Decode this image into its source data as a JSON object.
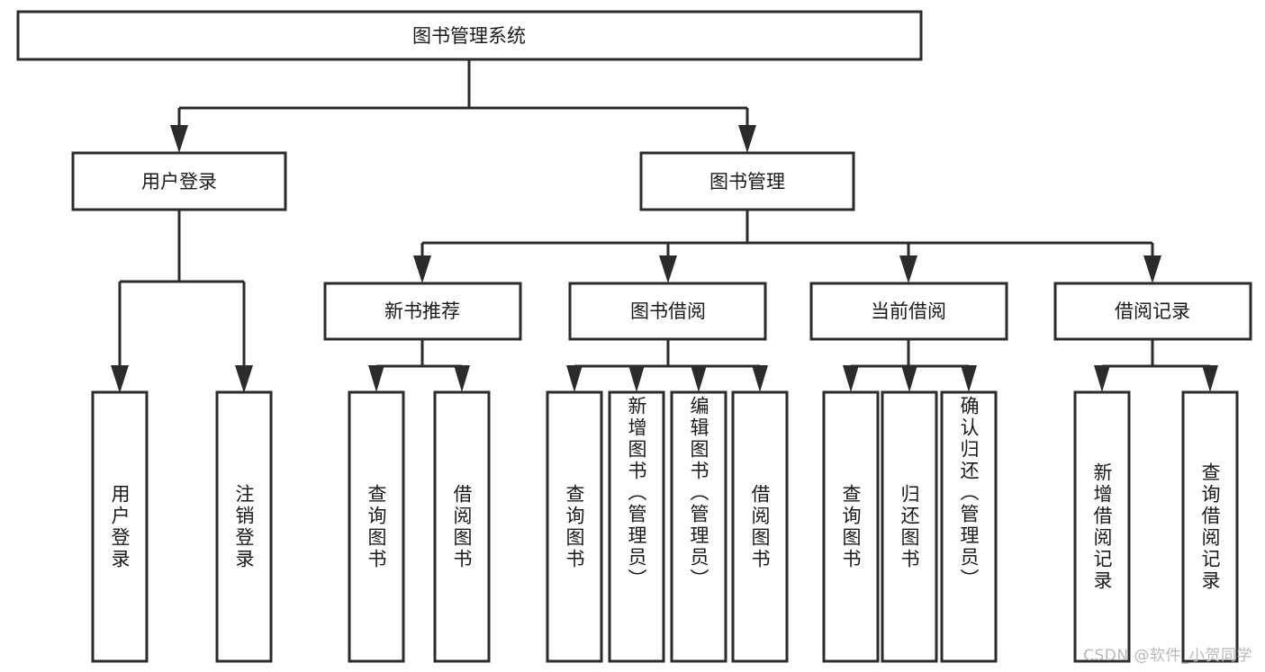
{
  "diagram": {
    "title": "图书管理系统",
    "type": "tree",
    "watermark": "CSDN @软件_小贺同学",
    "colors": {
      "box_stroke": "#2b2b2b",
      "box_fill": "#ffffff",
      "text": "#1a1a1a",
      "background": "#ffffff",
      "watermark": "#b9b9b9"
    },
    "root": {
      "label": "图书管理系统"
    },
    "level2": [
      {
        "label": "用户登录"
      },
      {
        "label": "图书管理"
      }
    ],
    "level3": [
      {
        "label": "新书推荐"
      },
      {
        "label": "图书借阅"
      },
      {
        "label": "当前借阅"
      },
      {
        "label": "借阅记录"
      }
    ],
    "leaves": {
      "user_login": [
        {
          "label": "用户登录"
        },
        {
          "label": "注销登录"
        }
      ],
      "new_book_recommend": [
        {
          "label": "查询图书"
        },
        {
          "label": "借阅图书"
        }
      ],
      "book_borrow": [
        {
          "label": "查询图书"
        },
        {
          "label": "新增图书（管理员）"
        },
        {
          "label": "编辑图书（管理员）"
        },
        {
          "label": "借阅图书"
        }
      ],
      "current_borrow": [
        {
          "label": "查询图书"
        },
        {
          "label": "归还图书"
        },
        {
          "label": "确认归还（管理员）"
        }
      ],
      "borrow_record": [
        {
          "label": "新增借阅记录"
        },
        {
          "label": "查询借阅记录"
        }
      ]
    }
  }
}
